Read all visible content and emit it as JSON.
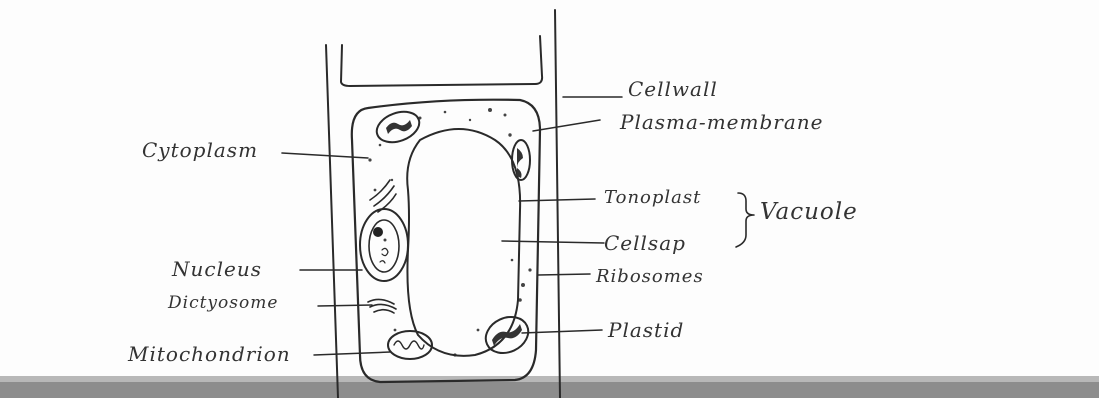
{
  "diagram": {
    "labels": {
      "cytoplasm": "Cytoplasm",
      "nucleus": "Nucleus",
      "dictyosome": "Dictyosome",
      "mitochondrion": "Mitochondrion",
      "cellwall": "Cellwall",
      "plasma_membrane": "Plasma-membrane",
      "tonoplast": "Tonoplast",
      "vacuole": "Vacuole",
      "cellsap": "Cellsap",
      "ribosomes": "Ribosomes",
      "plastid": "Plastid"
    }
  }
}
